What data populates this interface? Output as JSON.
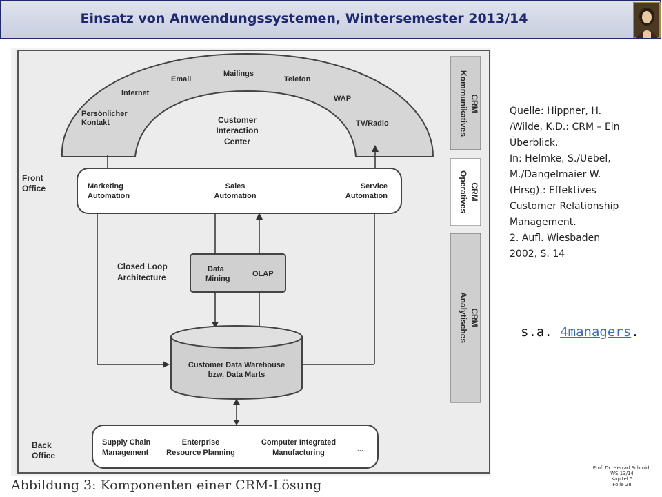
{
  "header": {
    "title": "Einsatz von Anwendungssystemen, Wintersemester 2013/14"
  },
  "diagram": {
    "channels": [
      "Persönlicher",
      "Kontakt",
      "Internet",
      "Email",
      "Mailings",
      "Telefon",
      "WAP",
      "TV/Radio"
    ],
    "cic": [
      "Customer",
      "Interaction",
      "Center"
    ],
    "front_office": [
      "Front",
      "Office"
    ],
    "back_office": [
      "Back",
      "Office"
    ],
    "operative": [
      "Marketing",
      "Automation",
      "Sales",
      "Automation",
      "Service",
      "Automation"
    ],
    "closed_loop": [
      "Closed Loop",
      "Architecture"
    ],
    "analysis": [
      "Data",
      "Mining",
      "OLAP"
    ],
    "warehouse": [
      "Customer Data Warehouse",
      "bzw. Data Marts"
    ],
    "back_systems": [
      "Supply Chain",
      "Management",
      "Enterprise",
      "Resource Planning",
      "Computer Integrated",
      "Manufacturing",
      "..."
    ],
    "side_labels": [
      {
        "line1": "Kommunikatives",
        "line2": "CRM"
      },
      {
        "line1": "Operatives",
        "line2": "CRM"
      },
      {
        "line1": "Analytisches",
        "line2": "CRM"
      }
    ]
  },
  "caption": "Abbildung 3: Komponenten einer CRM-Lösung",
  "source_lines": [
    "Quelle: Hippner, H.",
    "/Wilde, K.D.: CRM – Ein",
    "Überblick.",
    "In: Helmke, S./Uebel,",
    "M./Dangelmaier W.",
    "(Hrsg).: Effektives",
    "Customer Relationship",
    "Management.",
    "2. Aufl. Wiesbaden",
    "2002, S. 14"
  ],
  "see_also": {
    "prefix": "s.a. ",
    "link": "4managers",
    "suffix": "."
  },
  "footer": [
    "Prof. Dr. Herrad Schmidt",
    "WS 13/14",
    "Kapitel 5",
    "Folie 28"
  ]
}
